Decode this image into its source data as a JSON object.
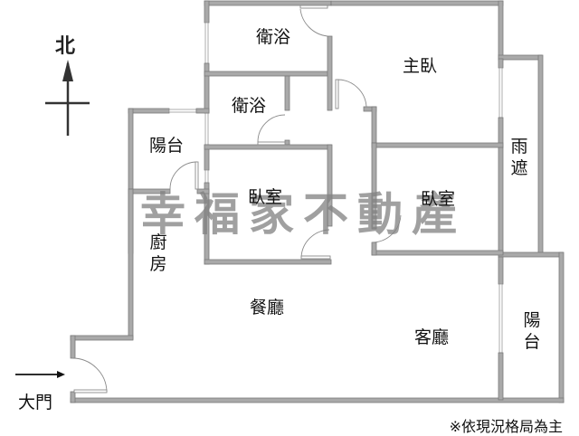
{
  "compass": {
    "label": "北",
    "icon": "north-arrow-icon"
  },
  "entrance": {
    "label": "大門",
    "icon": "entry-arrow-icon"
  },
  "rooms": {
    "bath_top": "衛浴",
    "bath_mid": "衛浴",
    "master_bedroom": "主臥",
    "balcony_west": "陽台",
    "bedroom_mid": "臥室",
    "bedroom_east": "臥室",
    "canopy": [
      "雨",
      "遮"
    ],
    "kitchen": [
      "廚",
      "房"
    ],
    "dining": "餐廳",
    "living": "客廳",
    "balcony_east": [
      "陽",
      "台"
    ]
  },
  "watermark": "幸福家不動產",
  "note": "※依現況格局為主",
  "colors": {
    "wall": "#a9a9a9",
    "text": "#111111",
    "watermark": "#808080"
  }
}
